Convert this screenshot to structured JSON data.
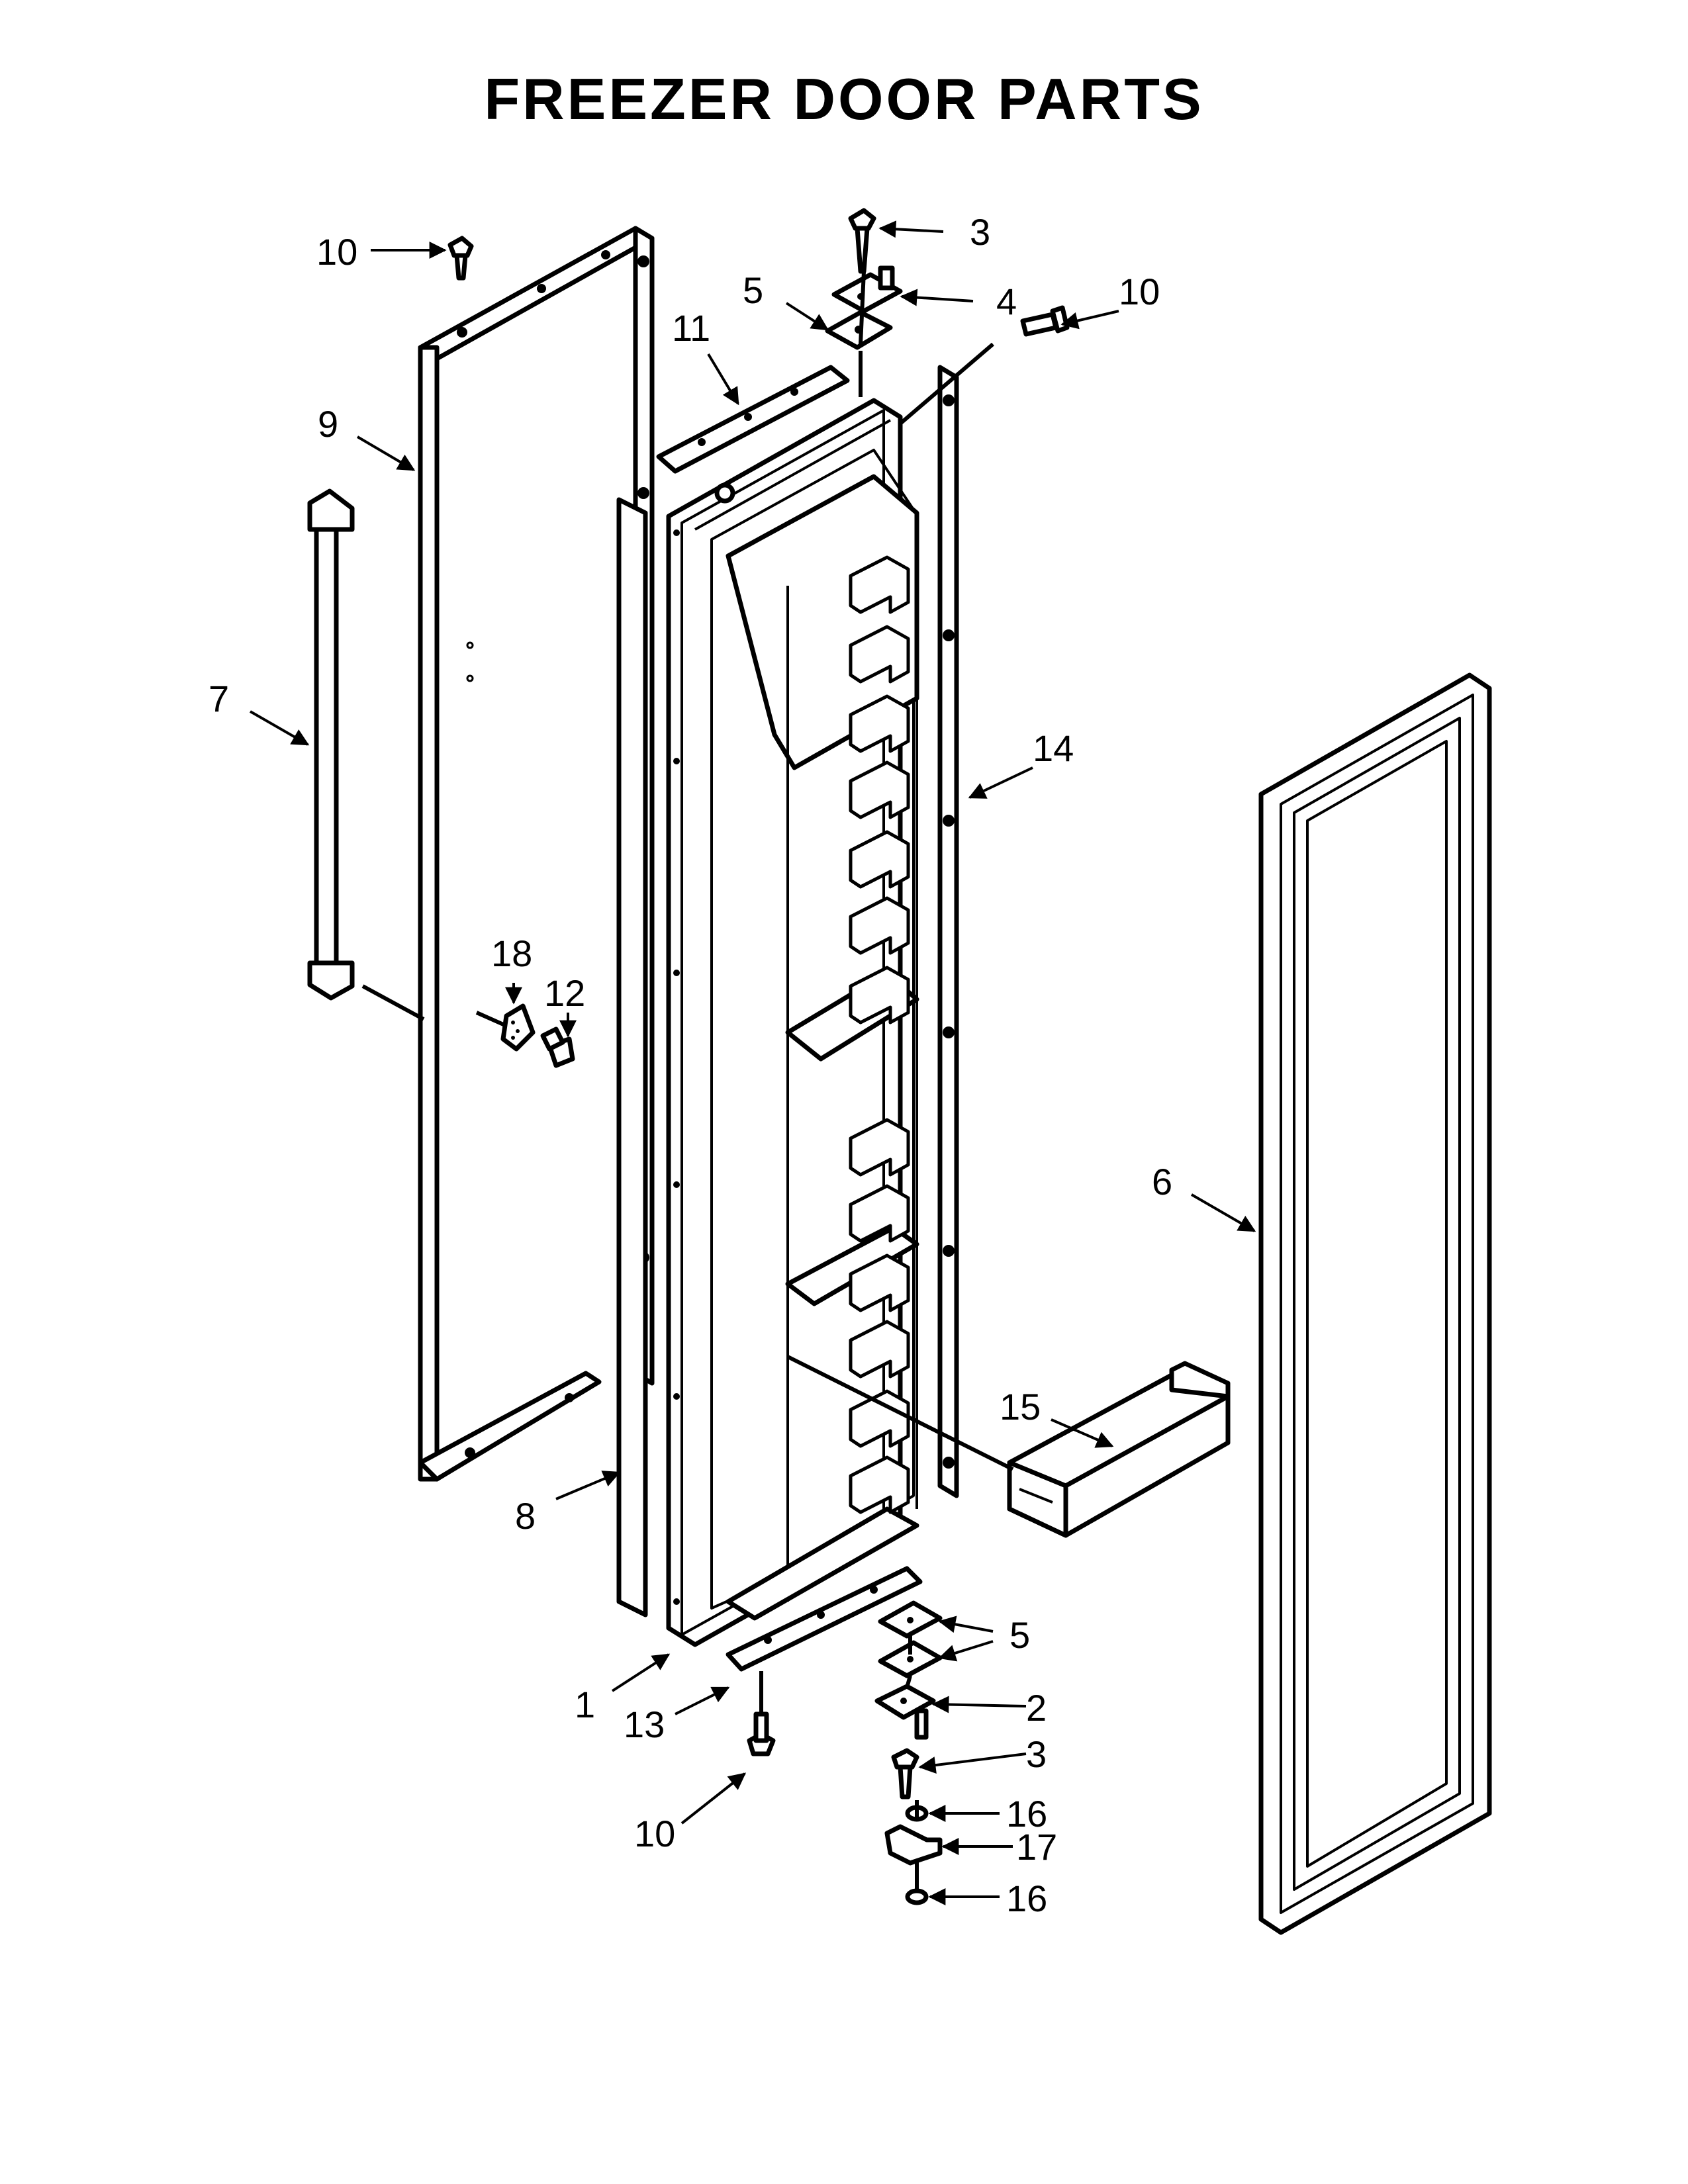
{
  "title": "FREEZER DOOR PARTS",
  "callouts": [
    {
      "id": "c10a",
      "label": "10"
    },
    {
      "id": "c3a",
      "label": "3"
    },
    {
      "id": "c5a",
      "label": "5"
    },
    {
      "id": "c4",
      "label": "4"
    },
    {
      "id": "c10b",
      "label": "10"
    },
    {
      "id": "c11",
      "label": "11"
    },
    {
      "id": "c9",
      "label": "9"
    },
    {
      "id": "c7",
      "label": "7"
    },
    {
      "id": "c14",
      "label": "14"
    },
    {
      "id": "c18",
      "label": "18"
    },
    {
      "id": "c12",
      "label": "12"
    },
    {
      "id": "c6",
      "label": "6"
    },
    {
      "id": "c15",
      "label": "15"
    },
    {
      "id": "c8",
      "label": "8"
    },
    {
      "id": "c5b",
      "label": "5"
    },
    {
      "id": "c1",
      "label": "1"
    },
    {
      "id": "c2",
      "label": "2"
    },
    {
      "id": "c13",
      "label": "13"
    },
    {
      "id": "c3b",
      "label": "3"
    },
    {
      "id": "c16a",
      "label": "16"
    },
    {
      "id": "c10c",
      "label": "10"
    },
    {
      "id": "c17",
      "label": "17"
    },
    {
      "id": "c16b",
      "label": "16"
    }
  ]
}
